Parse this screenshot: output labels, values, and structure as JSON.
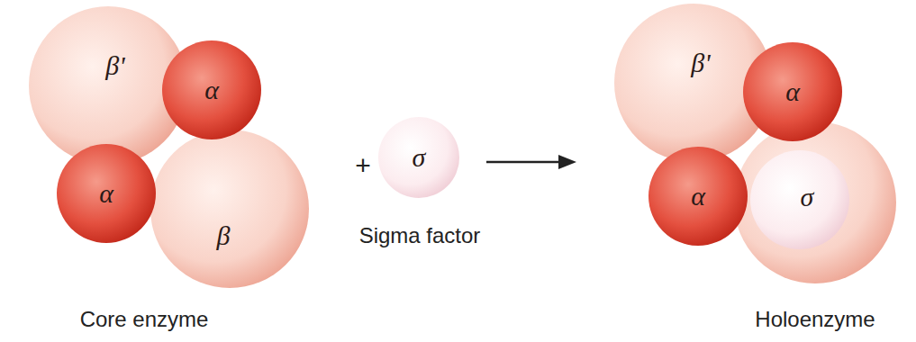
{
  "diagram": {
    "nodes": [
      {
        "text": [
          "β'"
        ]
      },
      {
        "text": [
          "α"
        ]
      },
      {
        "text": [
          "α"
        ]
      },
      {
        "text": [
          "β"
        ]
      },
      {
        "text": [
          "σ"
        ]
      },
      {
        "text": [
          "β'"
        ]
      },
      {
        "text": [
          "α"
        ]
      },
      {
        "text": [
          "α"
        ]
      },
      {
        "text": [
          "σ"
        ]
      }
    ],
    "labels": [
      "Core enzyme",
      "+",
      "Sigma factor",
      "Holoenzyme"
    ]
  }
}
